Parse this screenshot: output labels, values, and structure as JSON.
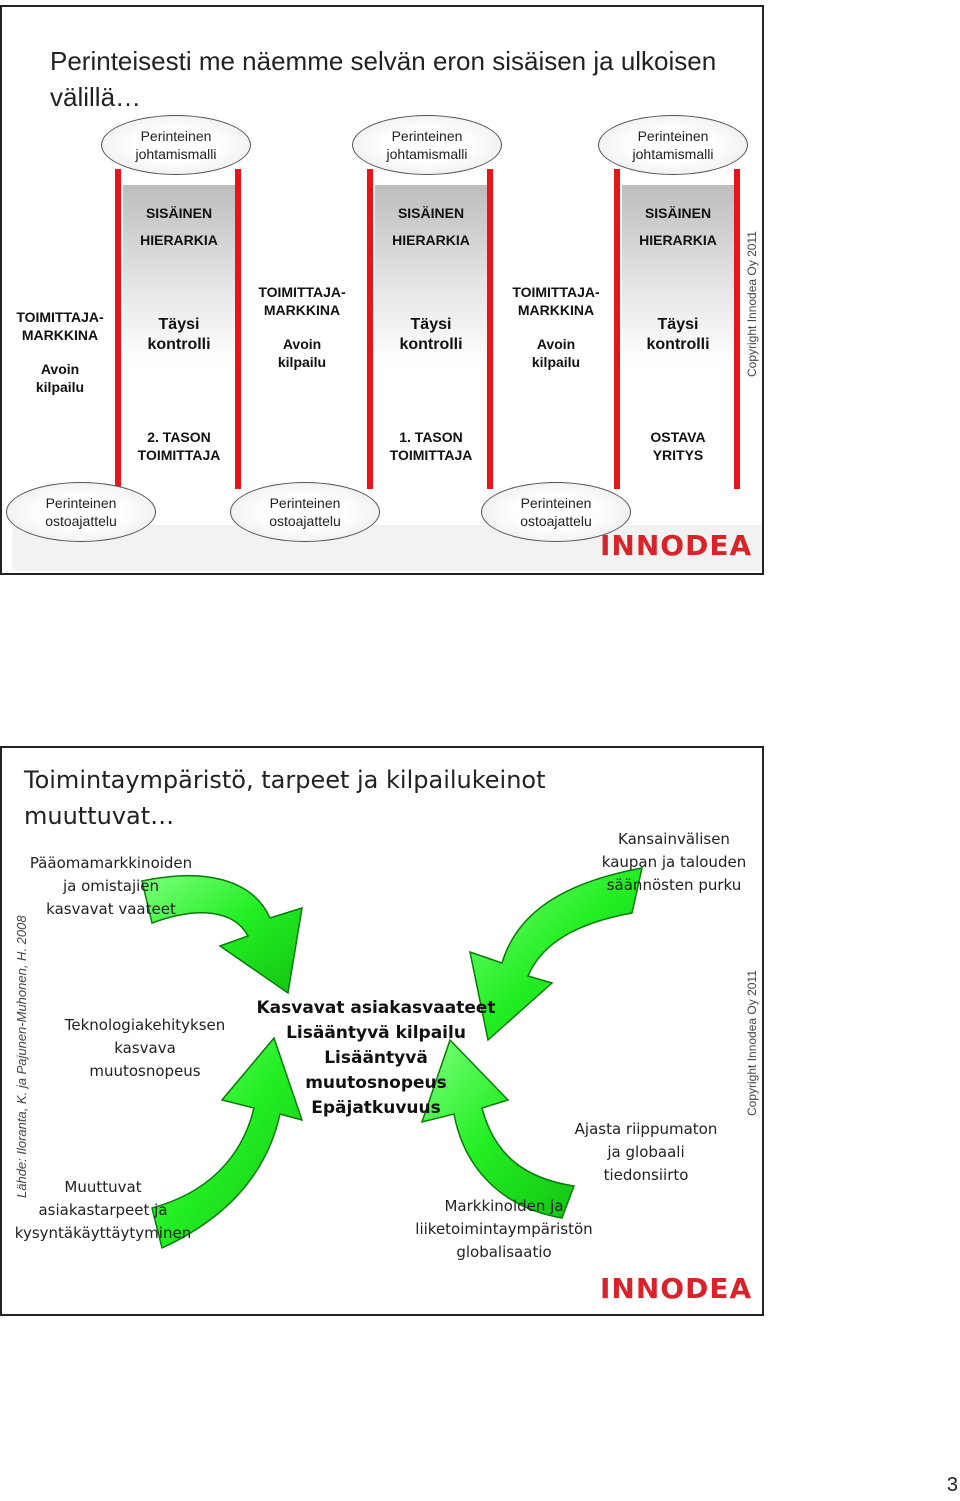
{
  "slide1": {
    "title_line1": "Perinteisesti me näemme selvän eron sisäisen ja ulkoisen",
    "title_line2": "välillä…",
    "ellipses_top": [
      {
        "line1": "Perinteinen",
        "line2": "johtamismalli"
      },
      {
        "line1": "Perinteinen",
        "line2": "johtamismalli"
      },
      {
        "line1": "Perinteinen",
        "line2": "johtamismalli"
      }
    ],
    "columns": [
      {
        "top1": "SISÄINEN",
        "top2": "HIERARKIA",
        "mid1": "Täysi",
        "mid2": "kontrolli",
        "bottom1": "2. TASON",
        "bottom2": "TOIMITTAJA"
      },
      {
        "top1": "SISÄINEN",
        "top2": "HIERARKIA",
        "mid1": "Täysi",
        "mid2": "kontrolli",
        "bottom1": "1. TASON",
        "bottom2": "TOIMITTAJA"
      },
      {
        "top1": "SISÄINEN",
        "top2": "HIERARKIA",
        "mid1": "Täysi",
        "mid2": "kontrolli",
        "bottom1": "OSTAVA",
        "bottom2": "YRITYS"
      }
    ],
    "markets": [
      {
        "line1": "TOIMITTAJA-",
        "line2": "MARKKINA",
        "line3": "Avoin",
        "line4": "kilpailu"
      },
      {
        "line1": "TOIMITTAJA-",
        "line2": "MARKKINA",
        "line3": "Avoin",
        "line4": "kilpailu"
      },
      {
        "line1": "TOIMITTAJA-",
        "line2": "MARKKINA",
        "line3": "Avoin",
        "line4": "kilpailu"
      }
    ],
    "ellipses_bottom": [
      {
        "line1": "Perinteinen",
        "line2": "ostoajattelu"
      },
      {
        "line1": "Perinteinen",
        "line2": "ostoajattelu"
      },
      {
        "line1": "Perinteinen",
        "line2": "ostoajattelu"
      }
    ],
    "copyright": "Copyright Innodea Oy 2011",
    "logo": "INNODEA",
    "colors": {
      "bar": "#e8141b",
      "logo": "#d9232a"
    }
  },
  "slide2": {
    "title_line1": "Toimintaympäristö, tarpeet ja kilpailukeinot",
    "title_line2": "muuttuvat…",
    "source": "Lähde: Iloranta, K. ja Pajunen-Muhonen, H. 2008",
    "copyright": "Copyright Innodea Oy 2011",
    "logo": "INNODEA",
    "factors": {
      "top_left": [
        "Pääomamarkkinoiden",
        "ja omistajien",
        "kasvavat vaateet"
      ],
      "mid_left": [
        "Teknologiakehityksen",
        "kasvava",
        "muutosnopeus"
      ],
      "bottom_left": [
        "Muuttuvat",
        "asiakastarpeet ja",
        "kysyntäkäyttäytyminen"
      ],
      "top_right": [
        "Kansainvälisen",
        "kaupan ja talouden",
        "säännösten purku"
      ],
      "mid_right": [
        "Ajasta riippumaton",
        "ja globaali",
        "tiedonsiirto"
      ],
      "bottom_center": [
        "Markkinoiden ja",
        "liiketoimintaympäristön",
        "globalisaatio"
      ]
    },
    "center": [
      "Kasvavat asiakasvaateet",
      "Lisääntyvä kilpailu",
      "Lisääntyvä muutosnopeus",
      "Epäjatkuvuus"
    ],
    "colors": {
      "arrow": "#22ee22",
      "arrow_edge": "#0a7a0a"
    }
  },
  "page_number": "3"
}
